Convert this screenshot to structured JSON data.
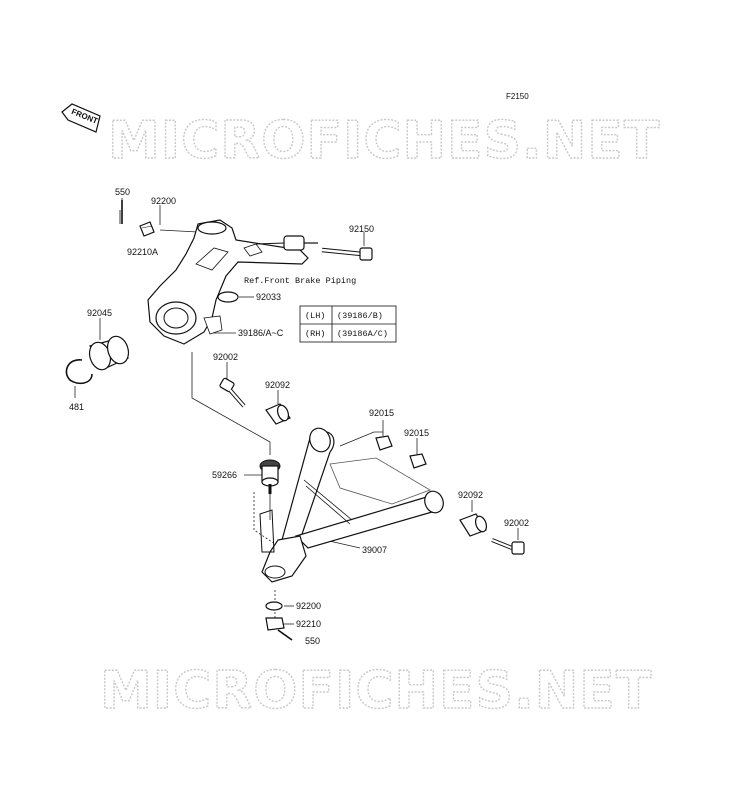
{
  "diagram": {
    "code": "F2150",
    "front_arrow_label": "FRONT",
    "watermark": "MICROFICHES.NET",
    "ref_note": "Ref.Front Brake Piping",
    "parts": {
      "p550_top": "550",
      "p92200_top": "92200",
      "p92210A": "92210A",
      "p92150": "92150",
      "p92033": "92033",
      "p39186": "39186/A~C",
      "p92045": "92045",
      "p481": "481",
      "p92002_top": "92002",
      "p92092_top": "92092",
      "p92015_a": "92015",
      "p92015_b": "92015",
      "p59266": "59266",
      "p92092_right": "92092",
      "p92002_right": "92002",
      "p39007": "39007",
      "p92200_bottom": "92200",
      "p92210": "92210",
      "p550_bottom": "550"
    },
    "variant_table": [
      {
        "side": "(LH)",
        "part": "(39186/B)"
      },
      {
        "side": "(RH)",
        "part": "(39186A/C)"
      }
    ]
  }
}
